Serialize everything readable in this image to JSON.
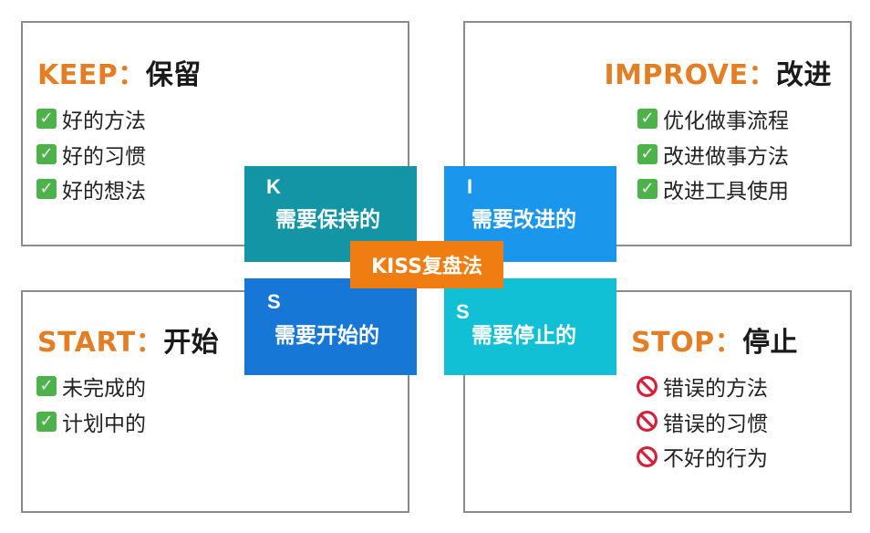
{
  "keep": {
    "title_en": "KEEP",
    "sep": "：",
    "title_zh": "保留",
    "items": [
      "好的方法",
      "好的习惯",
      "好的想法"
    ]
  },
  "improve": {
    "title_en": "IMPROVE",
    "sep": "：",
    "title_zh": "改进",
    "items": [
      "优化做事流程",
      "改进做事方法",
      "改进工具使用"
    ]
  },
  "start": {
    "title_en": "START",
    "sep": "：",
    "title_zh": "开始",
    "items": [
      "未完成的",
      "计划中的"
    ]
  },
  "stop": {
    "title_en": "STOP",
    "sep": "：",
    "title_zh": "停止",
    "items": [
      "错误的方法",
      "错误的习惯",
      "不好的行为"
    ]
  },
  "tiles": {
    "k": {
      "letter": "K",
      "label": "需要保持的"
    },
    "i": {
      "letter": "I",
      "label": "需要改进的"
    },
    "s1": {
      "letter": "S",
      "label": "需要开始的"
    },
    "s2": {
      "letter": "S",
      "label": "需要停止的"
    }
  },
  "center": {
    "label": "KISS复盘法"
  },
  "icons": {
    "check": "check-icon",
    "ban": "prohibited-icon"
  },
  "colors": {
    "accent_orange": "#e37e24",
    "tile_k": "#1495a5",
    "tile_i": "#1a96ec",
    "tile_s_start": "#1677d6",
    "tile_s_stop": "#12c0d6",
    "center": "#f07d12",
    "check": "#4db24a",
    "ban": "#d6203a"
  }
}
